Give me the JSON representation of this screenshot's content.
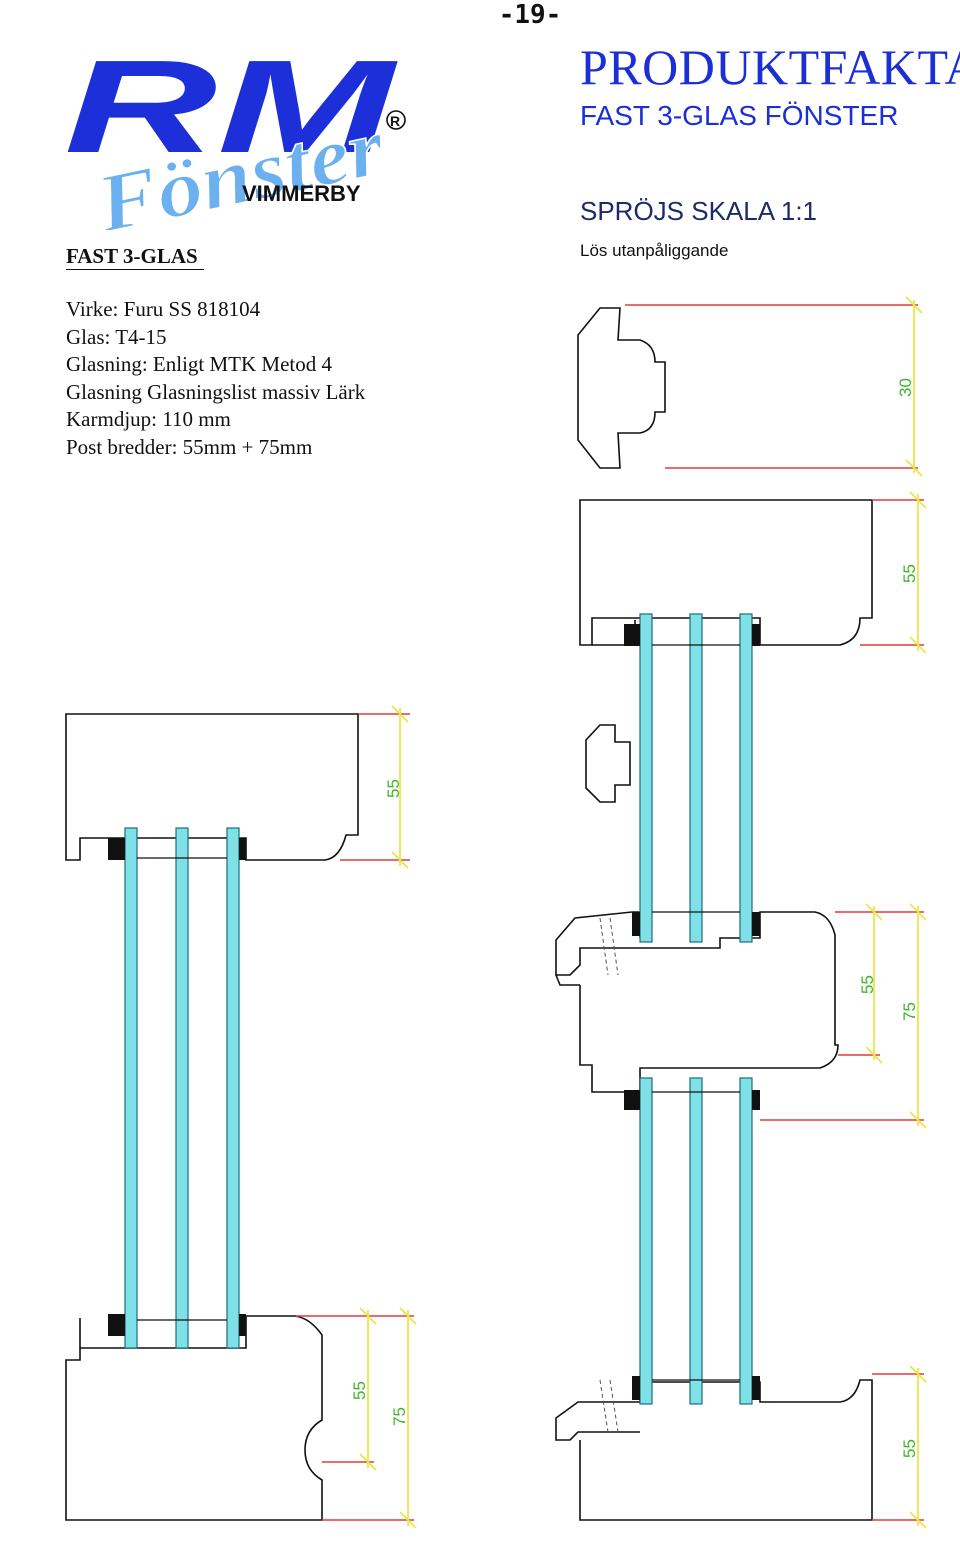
{
  "page_number": "-19-",
  "header": {
    "title": "PRODUKTFAKTA",
    "subtitle": "FAST  3-GLAS FÖNSTER",
    "section_title": "SPRÖJS SKALA 1:1",
    "section_note": "Lös utanpåliggande"
  },
  "logo": {
    "brand_initials": "RM",
    "brand_word": "Fönster",
    "location": "VIMMERBY",
    "registered": "R",
    "colors": {
      "dark": "#1d2fd9",
      "light": "#6cb1ef"
    }
  },
  "product": {
    "name": "FAST 3-GLAS",
    "specs": [
      "Virke:  Furu SS 818104",
      "Glas:  T4-15",
      "Glasning:  Enligt MTK Metod 4",
      "Glasning   Glasningslist massiv Lärk",
      "Karmdjup:  110 mm",
      "Post bredder: 55mm + 75mm"
    ]
  },
  "dimensions": {
    "spröjs_height": "30",
    "top_frame": "55",
    "left_frame": "55",
    "post_inner": "55",
    "post_outer": "75",
    "left_bottom_inner": "55",
    "left_bottom_outer": "75",
    "bottom_frame": "55"
  },
  "colors": {
    "glass": "#7fe0e8",
    "dimension_line": "#e8e84a",
    "extension_line": "#e23b3b",
    "dimension_text": "#3fb52a",
    "outline": "#111111"
  }
}
